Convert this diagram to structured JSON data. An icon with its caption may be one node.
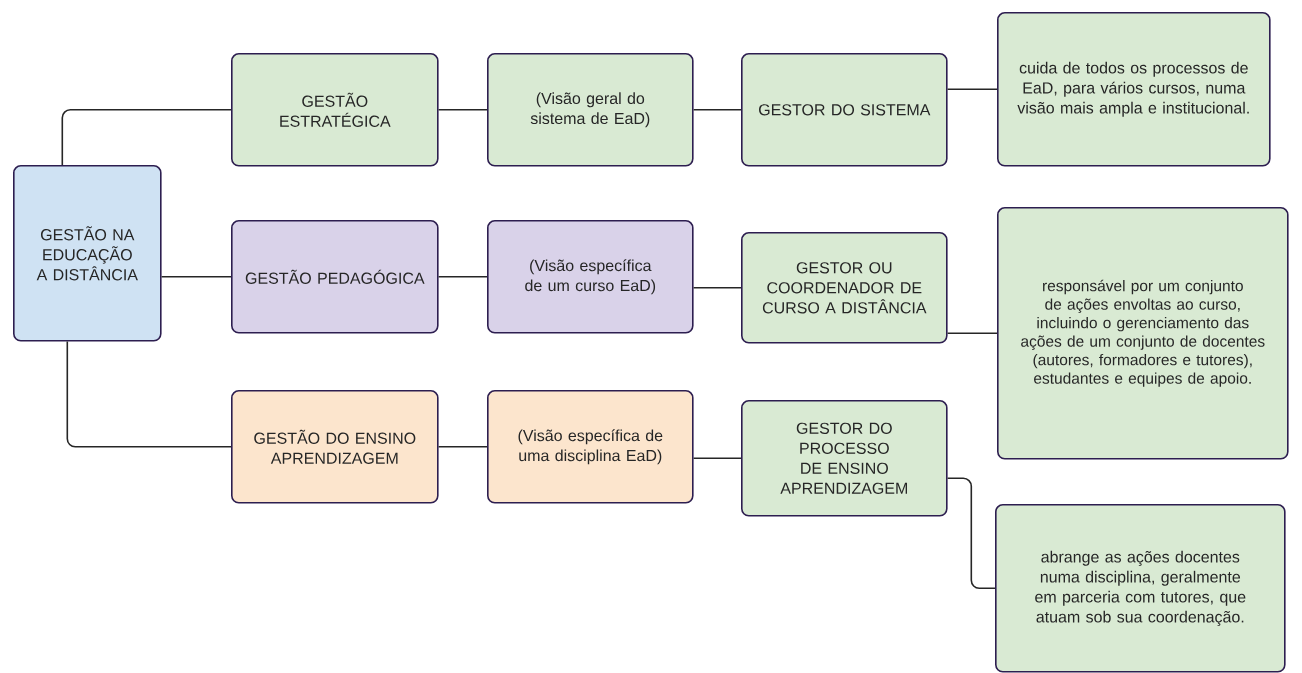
{
  "diagram": {
    "nodes": [
      {
        "text": [
          "GESTÃO NA EDUCAÇÃO A DISTÂNCIA"
        ]
      },
      {
        "text": [
          "GESTÃO ESTRATÉGICA"
        ]
      },
      {
        "text": [
          "(Visão geral do sistema de EaD)"
        ]
      },
      {
        "text": [
          "GESTOR DO SISTEMA"
        ]
      },
      {
        "text": [
          "cuida de todos os processos de EaD, para vários cursos, numa visão mais ampla e institucional."
        ]
      },
      {
        "text": [
          "GESTÃO PEDAGÓGICA"
        ]
      },
      {
        "text": [
          "(Visão específica de um curso EaD)"
        ]
      },
      {
        "text": [
          "GESTOR OU COORDENADOR DE CURSO A DISTÂNCIA"
        ]
      },
      {
        "text": [
          "responsável por um conjunto de ações envoltas ao curso, incluindo o gerenciamento das ações de um conjunto de docentes (autores, formadores e tutores), estudantes e equipes de apoio."
        ]
      },
      {
        "text": [
          "GESTÃO DO ENSINO APRENDIZAGEM"
        ]
      },
      {
        "text": [
          "(Visão específica de uma disciplina EaD)"
        ]
      },
      {
        "text": [
          "GESTOR DO PROCESSO DE ENSINO APRENDIZAGEM"
        ]
      },
      {
        "text": [
          "abrange as ações docentes numa disciplina, geralmente em parceria com tutores, que atuam sob sua coordenação."
        ]
      }
    ],
    "edges": [
      {
        "from": 0,
        "to": 1,
        "arrow": "none"
      },
      {
        "from": 0,
        "to": 5,
        "arrow": "none"
      },
      {
        "from": 0,
        "to": 9,
        "arrow": "none"
      },
      {
        "from": 1,
        "to": 2,
        "arrow": "none"
      },
      {
        "from": 2,
        "to": 3,
        "arrow": "none"
      },
      {
        "from": 3,
        "to": 4,
        "arrow": "none"
      },
      {
        "from": 5,
        "to": 6,
        "arrow": "none"
      },
      {
        "from": 6,
        "to": 7,
        "arrow": "none"
      },
      {
        "from": 7,
        "to": 8,
        "arrow": "none"
      },
      {
        "from": 9,
        "to": 10,
        "arrow": "none"
      },
      {
        "from": 10,
        "to": 11,
        "arrow": "none"
      },
      {
        "from": 11,
        "to": 12,
        "arrow": "none"
      }
    ]
  }
}
